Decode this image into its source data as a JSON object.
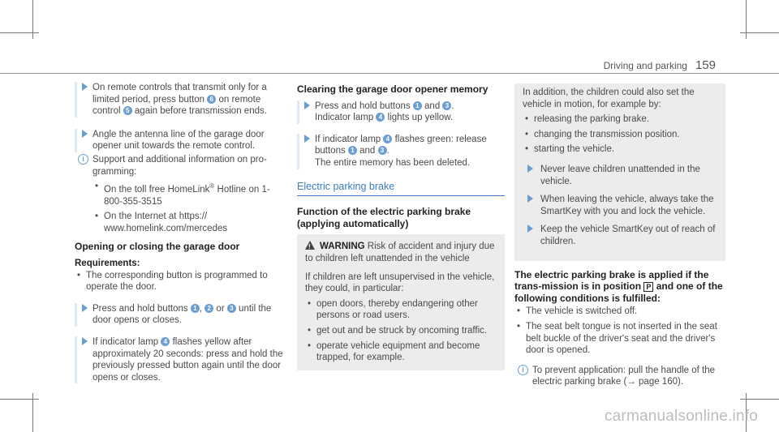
{
  "header": {
    "section": "Driving and parking",
    "page": "159"
  },
  "col1": {
    "s1": "On remote controls that transmit only for a limited period, press button ",
    "s1n1": "6",
    "s1b": " on remote control ",
    "s1n2": "5",
    "s1c": " again before transmission ends.",
    "s2": "Angle the antenna line of the garage door opener unit towards the remote control.",
    "info": "Support and additional information on pro-gramming:",
    "b1a": "On the toll free HomeLink",
    "b1reg": "®",
    "b1b": " Hotline on 1-800-355-3515",
    "b2": "On the Internet at https:// www.homelink.com/mercedes",
    "h1": "Opening or closing the garage door",
    "req": "Requirements:",
    "req1": "The corresponding button is programmed to operate the door.",
    "s3a": "Press and hold buttons ",
    "s3n1": "1",
    "s3sep1": ", ",
    "s3n2": "2",
    "s3sep2": " or ",
    "s3n3": "3",
    "s3b": " until the door opens or closes.",
    "s4a": "If indicator lamp ",
    "s4n": "4",
    "s4b": " flashes yellow after approximately 20 seconds: press and hold the previously pressed button again until the door opens or closes."
  },
  "col2": {
    "h1": "Clearing the garage door opener memory",
    "s1a": "Press and hold buttons ",
    "s1n1": "1",
    "s1sep": " and ",
    "s1n2": "3",
    "s1b": ".",
    "s1c": "Indicator lamp ",
    "s1n3": "4",
    "s1d": " lights up yellow.",
    "s2a": "If indicator lamp ",
    "s2n1": "4",
    "s2b": " flashes green: release buttons ",
    "s2n2": "1",
    "s2sep": " and ",
    "s2n3": "3",
    "s2c": ".",
    "s2d": "The entire memory has been deleted.",
    "section": "Electric parking brake",
    "h2": "Function of the electric parking brake (applying automatically)",
    "warn_title": "WARNING",
    "warn_text": " Risk of accident and injury due to children left unattended in the vehicle",
    "p1": "If children are left unsupervised in the vehicle, they could, in particular:",
    "b1": "open doors, thereby endangering other persons or road users.",
    "b2": "get out and be struck by oncoming traffic.",
    "b3": "operate vehicle equipment and become trapped, for example."
  },
  "col3": {
    "p1": "In addition, the children could also set the vehicle in motion, for example by:",
    "b1": "releasing the parking brake.",
    "b2": "changing the transmission position.",
    "b3": "starting the vehicle.",
    "s1": "Never leave children unattended in the vehicle.",
    "s2": "When leaving the vehicle, always take the SmartKey with you and lock the vehicle.",
    "s3": "Keep the vehicle SmartKey out of reach of children.",
    "h1a": "The electric parking brake is applied if the trans-mission is in position ",
    "h1p": "P",
    "h1b": " and one of the following conditions is fulfilled:",
    "c1": "The vehicle is switched off.",
    "c2": "The seat belt tongue is not inserted in the seat belt buckle of the driver's seat and the driver's door is opened.",
    "info": "To prevent application: pull the handle of the electric parking brake (",
    "info_arrow": "→",
    "info_b": " page 160)."
  },
  "watermark": "carmanualsonline.info"
}
